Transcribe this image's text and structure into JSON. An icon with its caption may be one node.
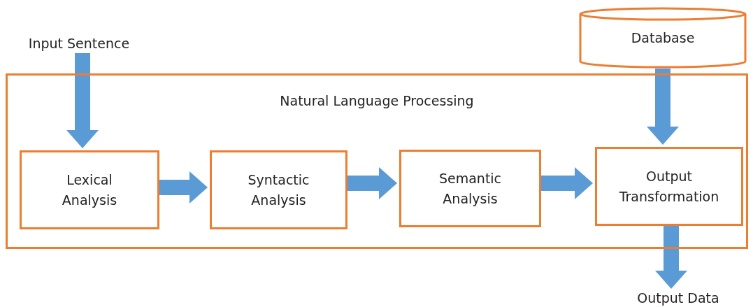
{
  "diagram": {
    "nodes": [
      {
        "text": [
          "Input Sentence"
        ]
      },
      {
        "text": [
          "Database"
        ]
      },
      {
        "text": [
          "Natural Language Processing"
        ]
      },
      {
        "text": [
          "Lexical Analysis"
        ],
        "in": 2
      },
      {
        "text": [
          "Syntactic Analysis"
        ],
        "in": 2
      },
      {
        "text": [
          "Semantic Analysis"
        ],
        "in": 2
      },
      {
        "text": [
          "Output Transformation"
        ],
        "in": 2
      },
      {
        "text": [
          "Output Data"
        ]
      }
    ],
    "edges": [
      {
        "from": 0,
        "to": 3,
        "arrow": "to"
      },
      {
        "from": 3,
        "to": 4,
        "arrow": "to"
      },
      {
        "from": 4,
        "to": 5,
        "arrow": "to"
      },
      {
        "from": 5,
        "to": 6,
        "arrow": "to"
      },
      {
        "from": 1,
        "to": 6,
        "arrow": "to"
      },
      {
        "from": 6,
        "to": 7,
        "arrow": "to"
      }
    ]
  }
}
